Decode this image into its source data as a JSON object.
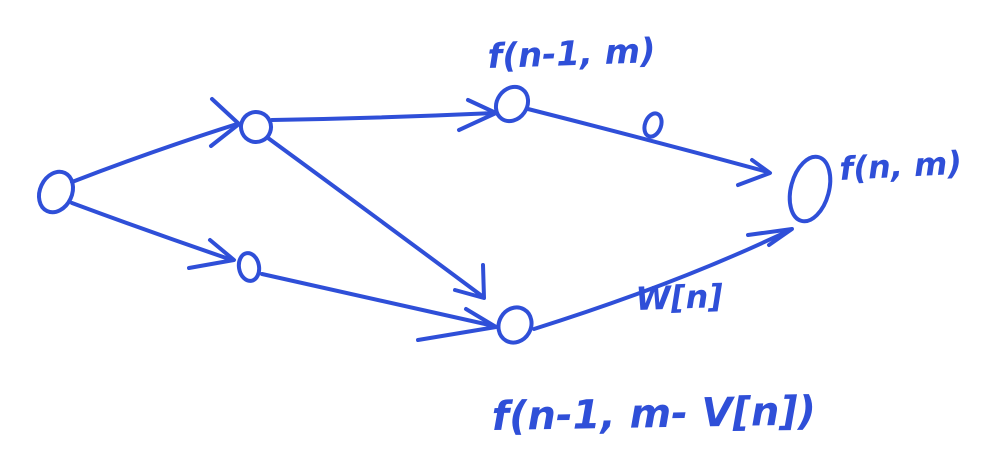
{
  "colors": {
    "ink": "#2f4fd8",
    "background": "#ffffff"
  },
  "labels": {
    "top_node": "f(n-1, m)",
    "target_node": "f(n, m)",
    "bottom_node": "f(n-1, m- V[n])",
    "top_edge_weight": "0",
    "bottom_edge_weight": "W[n]"
  },
  "nodes": [
    {
      "id": "start"
    },
    {
      "id": "upper-left"
    },
    {
      "id": "lower-left"
    },
    {
      "id": "top"
    },
    {
      "id": "bottom"
    },
    {
      "id": "target"
    }
  ],
  "edges": [
    {
      "from": "start",
      "to": "upper-left"
    },
    {
      "from": "start",
      "to": "lower-left"
    },
    {
      "from": "upper-left",
      "to": "top"
    },
    {
      "from": "upper-left",
      "to": "bottom"
    },
    {
      "from": "lower-left",
      "to": "bottom"
    },
    {
      "from": "top",
      "to": "target",
      "weight": "0"
    },
    {
      "from": "bottom",
      "to": "target",
      "weight": "W[n]"
    }
  ]
}
